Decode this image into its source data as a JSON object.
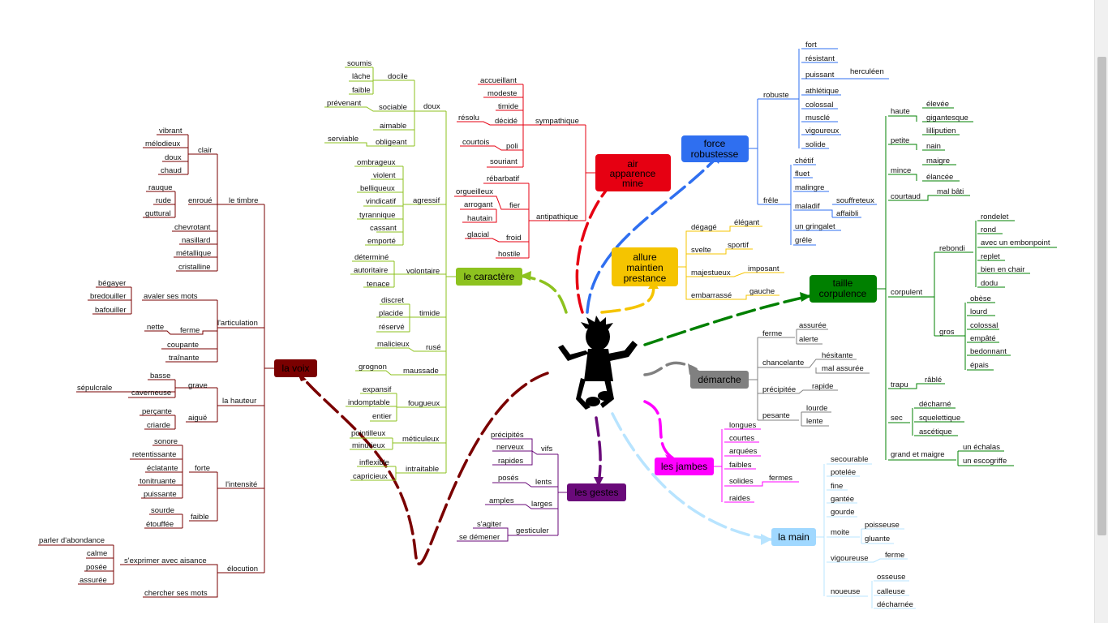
{
  "hubs": {
    "voix": "la voix",
    "caractere": "le caractère",
    "air": [
      "air",
      "apparence",
      "mine"
    ],
    "force": [
      "force",
      "robustesse"
    ],
    "allure": [
      "allure",
      "maintien",
      "prestance"
    ],
    "taille": [
      "taille",
      "corpulence"
    ],
    "demarche": "démarche",
    "jambes": "les jambes",
    "main": "la main",
    "gestes": "les gestes"
  },
  "colors": {
    "voix": "#7a0000",
    "caractere": "#8dc21f",
    "air": "#e60012",
    "force": "#2f6ff0",
    "allure": "#f5c400",
    "taille": "#008000",
    "demarche": "#808080",
    "jambes": "#ff00ff",
    "main": "#a0d8ff",
    "gestes": "#6a0a7a"
  },
  "labels": {
    "t_fort": "fort",
    "t_resistant": "résistant",
    "t_puissant": "puissant",
    "t_herculeen": "herculéen",
    "t_athletique": "athlétique",
    "t_colossal1": "colossal",
    "t_muscle": "musclé",
    "t_vigoureux": "vigoureux",
    "t_solide": "solide",
    "t_robuste": "robuste",
    "t_chetif": "chétif",
    "t_fluet": "fluet",
    "t_malingre": "malingre",
    "t_frele": "frêle",
    "t_maladif": "maladif",
    "t_souffreteux": "souffreteux",
    "t_affaibli": "affaibli",
    "t_gringalet": "un gringalet",
    "t_grele": "grêle",
    "t_haute": "haute",
    "t_elevee": "élevée",
    "t_gigantesque": "gigantesque",
    "t_petite": "petite",
    "t_lilliputien": "lilliputien",
    "t_nain": "nain",
    "t_mince": "mince",
    "t_maigre": "maigre",
    "t_elancee": "élancée",
    "t_courtaud": "courtaud",
    "t_malbati": "mal bâti",
    "t_rondelet": "rondelet",
    "t_rond": "rond",
    "t_embonpoint": "avec un embonpoint",
    "t_replet": "replet",
    "t_enchair": "bien en chair",
    "t_dodu": "dodu",
    "t_rebondi": "rebondi",
    "t_corpulent": "corpulent",
    "t_obese": "obèse",
    "t_lourd": "lourd",
    "t_colossal2": "colossal",
    "t_empate": "empâté",
    "t_bedonnant": "bedonnant",
    "t_epais": "épais",
    "t_gros": "gros",
    "t_trapu": "trapu",
    "t_rable": "râblé",
    "t_decharne": "décharné",
    "t_squelettique": "squelettique",
    "t_ascetique": "ascétique",
    "t_sec": "sec",
    "t_grandmaigre": "grand et maigre",
    "t_echalas": "un échalas",
    "t_escogriffe": "un escogriffe",
    "t_degage": "dégagé",
    "t_elegant": "élégant",
    "t_svelte": "svelte",
    "t_sportif": "sportif",
    "t_majestueux": "majestueux",
    "t_imposant": "imposant",
    "t_embarrasse": "embarrassé",
    "t_gauche": "gauche",
    "t_ferme": "ferme",
    "t_assuree1": "assurée",
    "t_alerte": "alerte",
    "t_chancelante": "chancelante",
    "t_hesitante": "hésitante",
    "t_malassuree": "mal assurée",
    "t_precipitee": "précipitée",
    "t_rapide1": "rapide",
    "t_pesante": "pesante",
    "t_lourde": "lourde",
    "t_lente": "lente",
    "t_longues": "longues",
    "t_courtes": "courtes",
    "t_arquees": "arquées",
    "t_faibles": "faibles",
    "t_solides": "solides",
    "t_fermes": "fermes",
    "t_raides": "raides",
    "t_secourable": "secourable",
    "t_potelee": "potelée",
    "t_fine": "fine",
    "t_gantee": "gantée",
    "t_gourde": "gourde",
    "t_moite": "moite",
    "t_poisseuse": "poisseuse",
    "t_gluante": "gluante",
    "t_vigoureuse": "vigoureuse",
    "t_ferme2": "ferme",
    "t_noueuse": "noueuse",
    "t_osseuse": "osseuse",
    "t_calleuse": "calleuse",
    "t_decharnee": "décharnée",
    "t_precipites": "précipités",
    "t_nerveux": "nerveux",
    "t_vifs": "vifs",
    "t_rapides": "rapides",
    "t_poses": "posés",
    "t_lents": "lents",
    "t_amples": "amples",
    "t_larges": "larges",
    "t_sagiter": "s'agiter",
    "t_sedemener": "se démener",
    "t_gesticuler": "gesticuler",
    "t_accueillant": "accueillant",
    "t_modeste": "modeste",
    "t_timide1": "timide",
    "t_resolu": "résolu",
    "t_decide": "décidé",
    "t_sympathique": "sympathique",
    "t_courtois": "courtois",
    "t_poli": "poli",
    "t_souriant": "souriant",
    "t_rebarbatif": "rébarbatif",
    "t_orgueilleux": "orgueilleux",
    "t_arrogant": "arrogant",
    "t_fier": "fier",
    "t_hautain": "hautain",
    "t_antipathique": "antipathique",
    "t_glacial": "glacial",
    "t_froid": "froid",
    "t_hostile": "hostile",
    "t_soumis": "soumis",
    "t_lache": "lâche",
    "t_docile": "docile",
    "t_faible": "faible",
    "t_prevenant": "prévenant",
    "t_sociable": "sociable",
    "t_doux": "doux",
    "t_aimable": "aimable",
    "t_serviable": "serviable",
    "t_obligeant": "obligeant",
    "t_ombrageux": "ombrageux",
    "t_violent": "violent",
    "t_belliqueux": "belliqueux",
    "t_vindicatif": "vindicatif",
    "t_agressif": "agressif",
    "t_tyrannique": "tyrannique",
    "t_cassant": "cassant",
    "t_emporte": "emporté",
    "t_determine": "déterminé",
    "t_autoritaire": "autoritaire",
    "t_volontaire": "volontaire",
    "t_tenace": "tenace",
    "t_discret": "discret",
    "t_placide": "placide",
    "t_timide2": "timide",
    "t_reserve": "réservé",
    "t_malicieux": "malicieux",
    "t_ruse": "rusé",
    "t_grognon": "grognon",
    "t_maussade": "maussade",
    "t_expansif": "expansif",
    "t_indomptable": "indomptable",
    "t_fougueux": "fougueux",
    "t_entier": "entier",
    "t_pointilleux": "pointilleux",
    "t_minutieux": "minutieux",
    "t_meticuleux": "méticuleux",
    "t_inflexible": "inflexible",
    "t_capricieux": "capricieux",
    "t_intraitable": "intraitable",
    "t_vibrant": "vibrant",
    "t_melodieux": "mélodieux",
    "t_clair": "clair",
    "t_doux2": "doux",
    "t_chaud": "chaud",
    "t_rauque": "rauque",
    "t_rude": "rude",
    "t_enroue": "enroué",
    "t_letimbre": "le timbre",
    "t_guttural": "guttural",
    "t_chevrotant": "chevrotant",
    "t_nasillard": "nasillard",
    "t_metallique": "métallique",
    "t_cristalline": "cristalline",
    "t_begayer": "bégayer",
    "t_bredouiller": "bredouiller",
    "t_avalermots": "avaler ses mots",
    "t_bafouiller": "bafouiller",
    "t_larticulation": "l'articulation",
    "t_nette": "nette",
    "t_ferme3": "ferme",
    "t_coupante": "coupante",
    "t_trainante": "traînante",
    "t_basse": "basse",
    "t_grave": "grave",
    "t_sepulcrale": "sépulcrale",
    "t_caverneuse": "caverneuse",
    "t_lahauteur": "la hauteur",
    "t_percante": "perçante",
    "t_aigue": "aiguë",
    "t_criarde": "criarde",
    "t_sonore": "sonore",
    "t_retentissante": "retentissante",
    "t_eclatante": "éclatante",
    "t_forte": "forte",
    "t_tonitruante": "tonitruante",
    "t_puissante": "puissante",
    "t_lintensite": "l'intensité",
    "t_sourde": "sourde",
    "t_faible2": "faible",
    "t_etouffee": "étouffée",
    "t_parlerabondance": "parler d'abondance",
    "t_calme": "calme",
    "t_posee": "posée",
    "t_exprimeraisance": "s'exprimer avec aisance",
    "t_elocution": "élocution",
    "t_assuree2": "assurée",
    "t_chercher": "chercher ses mots"
  }
}
